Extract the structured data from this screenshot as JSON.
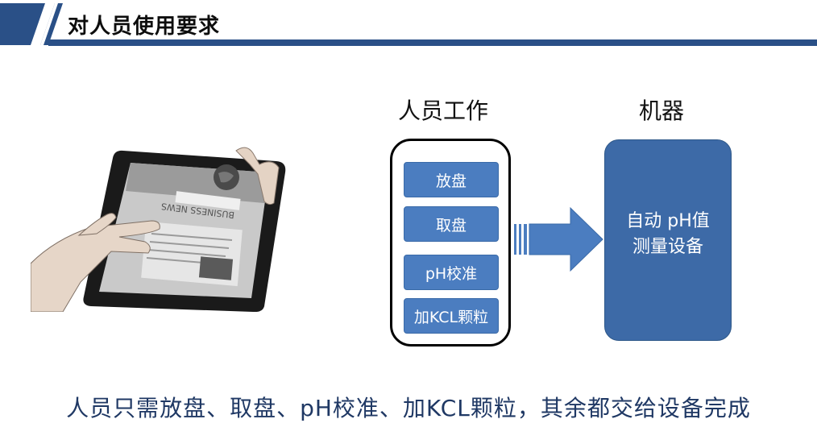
{
  "header": {
    "title": "对人员使用要求"
  },
  "diagram": {
    "people": {
      "heading": "人员工作",
      "tasks": [
        "放盘",
        "取盘",
        "pH校准",
        "加KCL颗粒"
      ]
    },
    "machine": {
      "heading": "机器",
      "lines": [
        "自动 pH值",
        "测量设备"
      ]
    }
  },
  "illustration": {
    "screen_text": "BUSINESS NEWS"
  },
  "footer": {
    "summary": "人员只需放盘、取盘、pH校准、加KCL颗粒，其余都交给设备完成"
  },
  "colors": {
    "header_band": "#2a5087",
    "task_fill": "#4b7dc0",
    "machine_fill": "#3d6aa7",
    "footer_text": "#1f3864"
  }
}
